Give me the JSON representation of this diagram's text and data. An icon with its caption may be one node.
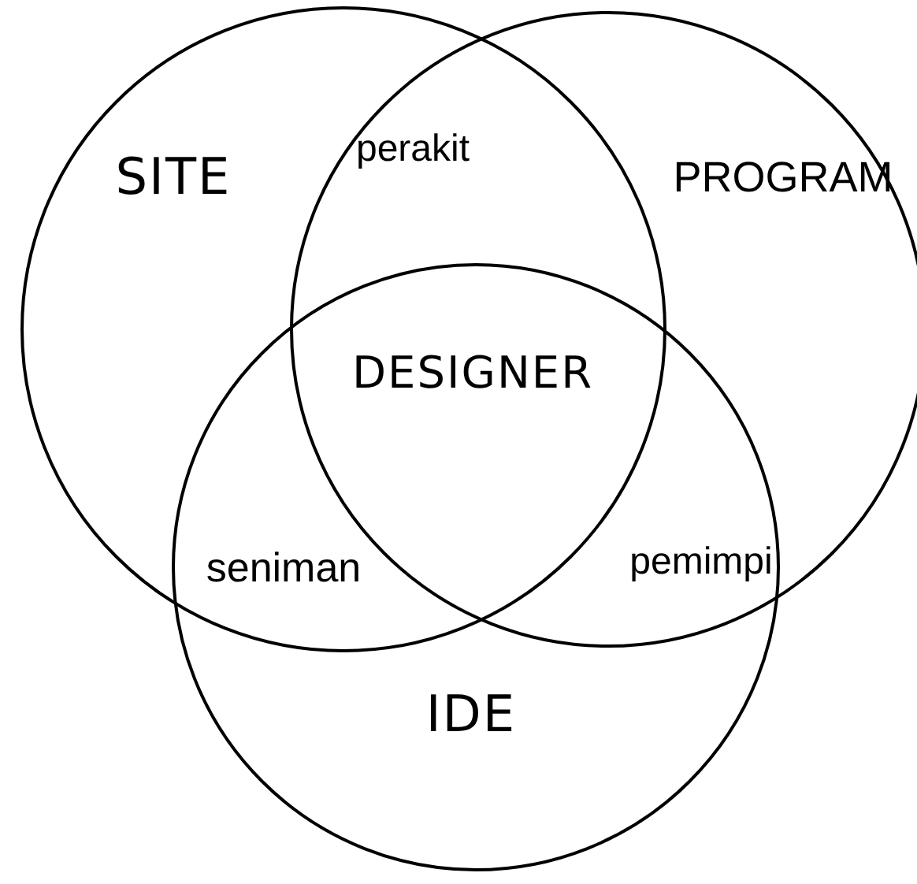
{
  "diagram": {
    "nodes": [
      {
        "text": [
          "SITE"
        ]
      },
      {
        "text": [
          "PROGRAM"
        ]
      },
      {
        "text": [
          "IDE"
        ]
      }
    ],
    "labels": [
      "perakit",
      "DESIGNER",
      "seniman",
      "pemimpi"
    ]
  }
}
